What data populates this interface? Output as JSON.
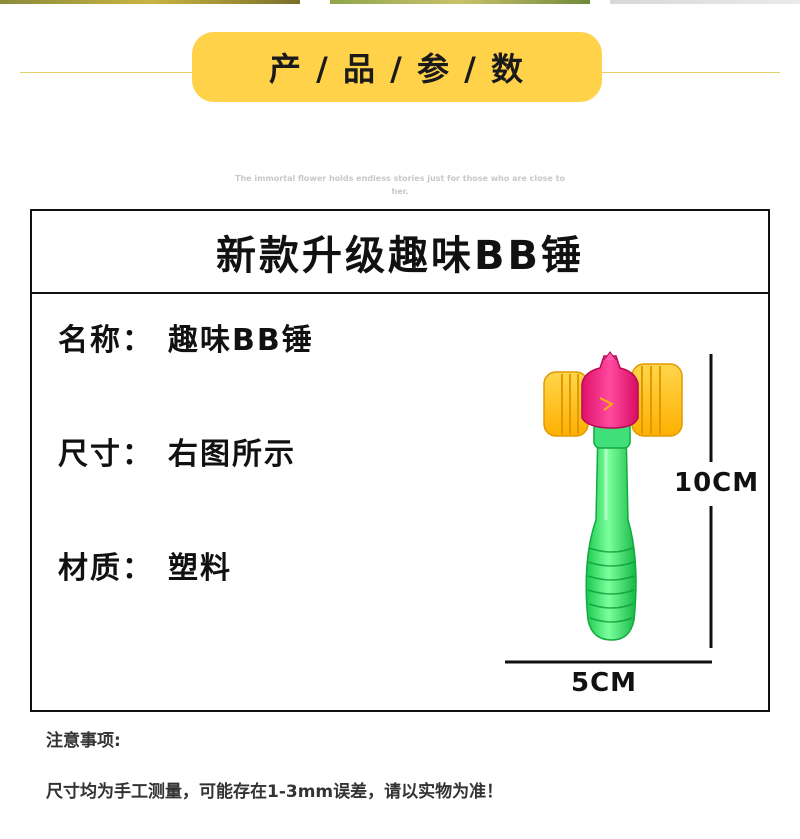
{
  "header": {
    "title": "产 / 品 / 参 / 数",
    "subtitle": "The immortal flower holds endless stories just for those who are close to her."
  },
  "product": {
    "title": "新款升级趣味BB锤",
    "specs": [
      {
        "label": "名称：",
        "value": "趣味BB锤"
      },
      {
        "label": "尺寸：",
        "value": "右图所示"
      },
      {
        "label": "材质：",
        "value": "塑料"
      }
    ],
    "height_label": "10CM",
    "width_label": "5CM"
  },
  "notes": {
    "title": "注意事项:",
    "body": "尺寸均为手工测量，可能存在1-3mm误差，请以实物为准！"
  },
  "colors": {
    "header_pill": "#ffd24a",
    "hammer_head": "#ffc21a",
    "hammer_center": "#ff2a86",
    "hammer_handle": "#2ef06a"
  }
}
